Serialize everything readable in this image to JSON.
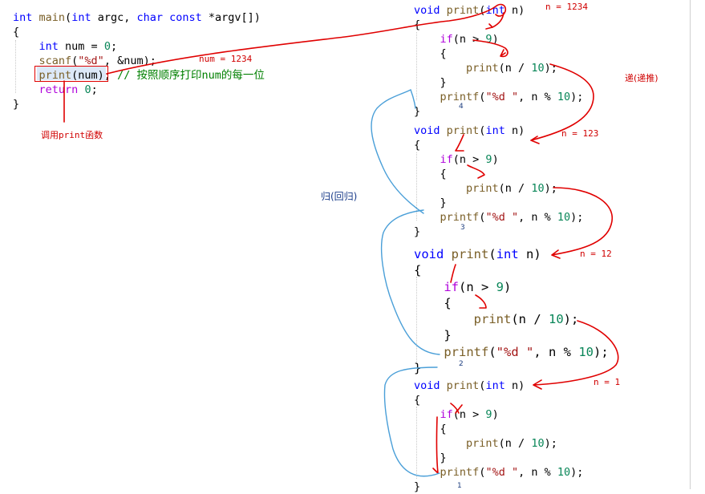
{
  "main_code": {
    "line1": {
      "kw1": "int",
      "fn": "main",
      "p1": "(",
      "kw2": "int",
      "p2": " argc, ",
      "kw3": "char",
      "sp": " ",
      "kw4": "const",
      "p3": " *argv[])"
    },
    "line2": "{",
    "line3": {
      "kw": "int",
      "rest": " num = ",
      "num": "0",
      "end": ";"
    },
    "line4": {
      "fn": "scanf",
      "p1": "(",
      "str": "\"%d\"",
      "p2": ", &num);"
    },
    "line5": {
      "fn": "print",
      "p1": "(num); ",
      "cmt": "// 按照顺序打印num的每一位"
    },
    "line6": {
      "ctl": "return",
      "sp": " ",
      "num": "0",
      "end": ";"
    },
    "line7": "}"
  },
  "blocks": [
    {
      "sig": {
        "kw": "void",
        "fn": "print",
        "p1": "(",
        "kw2": "int",
        "p2": " n)"
      },
      "if": "if",
      "cond": "(n > ",
      "nine": "9",
      "cond_end": ")",
      "open": "{",
      "call_fn": "print",
      "call_p1": "(n / ",
      "ten": "10",
      "call_end": ");",
      "close": "}",
      "pf_fn": "printf",
      "pf_p1": "(",
      "pf_str": "\"%d \"",
      "pf_p2": ", n % ",
      "pf_ten": "10",
      "pf_end": ");",
      "end": "}",
      "count": "4"
    },
    {
      "sig": {
        "kw": "void",
        "fn": "print",
        "p1": "(",
        "kw2": "int",
        "p2": " n)"
      },
      "if": "if",
      "cond": "(n > ",
      "nine": "9",
      "cond_end": ")",
      "open": "{",
      "call_fn": "print",
      "call_p1": "(n / ",
      "ten": "10",
      "call_end": ");",
      "close": "}",
      "pf_fn": "printf",
      "pf_p1": "(",
      "pf_str": "\"%d \"",
      "pf_p2": ", n % ",
      "pf_ten": "10",
      "pf_end": ");",
      "end": "}",
      "count": "3"
    },
    {
      "sig": {
        "kw": "void",
        "fn": "print",
        "p1": "(",
        "kw2": "int",
        "p2": " n)"
      },
      "if": "if",
      "cond": "(n > ",
      "nine": "9",
      "cond_end": ")",
      "open": "{",
      "call_fn": "print",
      "call_p1": "(n / ",
      "ten": "10",
      "call_end": ");",
      "close": "}",
      "pf_fn": "printf",
      "pf_p1": "(",
      "pf_str": "\"%d \"",
      "pf_p2": ", n % ",
      "pf_ten": "10",
      "pf_end": ");",
      "end": "}",
      "count": "2"
    },
    {
      "sig": {
        "kw": "void",
        "fn": "print",
        "p1": "(",
        "kw2": "int",
        "p2": " n)"
      },
      "if": "if",
      "cond": "(n > ",
      "nine": "9",
      "cond_end": ")",
      "open": "{",
      "call_fn": "print",
      "call_p1": "(n / ",
      "ten": "10",
      "call_end": ");",
      "close": "}",
      "pf_fn": "printf",
      "pf_p1": "(",
      "pf_str": "\"%d \"",
      "pf_p2": ", n % ",
      "pf_ten": "10",
      "pf_end": ");",
      "end": "}",
      "count": "1"
    }
  ],
  "annotations": {
    "num_value": "num = 1234",
    "call_label": "调用print函数",
    "n_values": [
      "n = 1234",
      "n = 123",
      "n = 12",
      "n = 1"
    ],
    "recursion_label": "递(递推)",
    "return_label": "归(回归)"
  },
  "colors": {
    "keyword": "#0000ff",
    "function": "#795e26",
    "control": "#af00db",
    "number": "#098658",
    "string": "#a31515",
    "comment": "#008000",
    "annotation_red": "#e00000",
    "annotation_blue": "#4a9fd8"
  }
}
